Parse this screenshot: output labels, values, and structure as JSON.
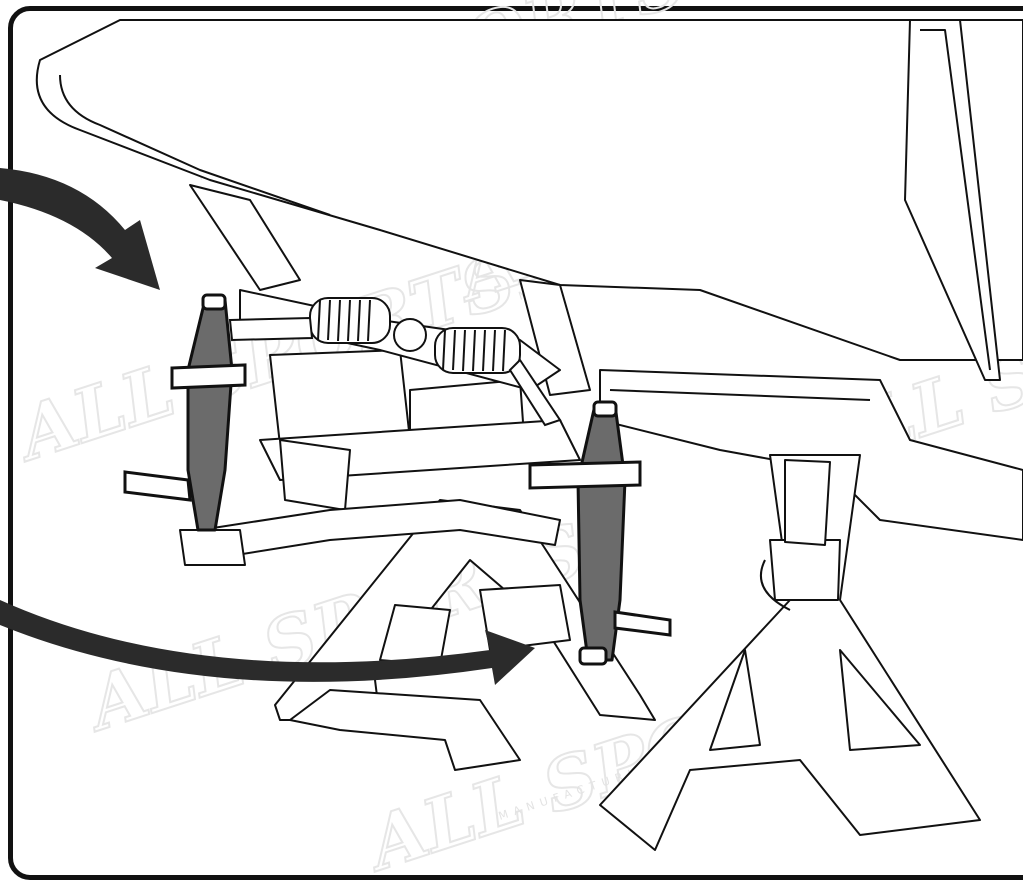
{
  "diagram": {
    "watermark": {
      "brand": "ALL SPORTS",
      "tagline": "MANUFACTURING, INC",
      "color": "#e6e6e6"
    },
    "colors": {
      "outline": "#111111",
      "spindle_fill": "#6b6b6b",
      "arrow_fill": "#2b2b2b",
      "background": "#ffffff"
    },
    "icons": {
      "upper_arrow": "curved-arrow-down-right",
      "lower_arrow": "curved-arrow-right"
    }
  }
}
